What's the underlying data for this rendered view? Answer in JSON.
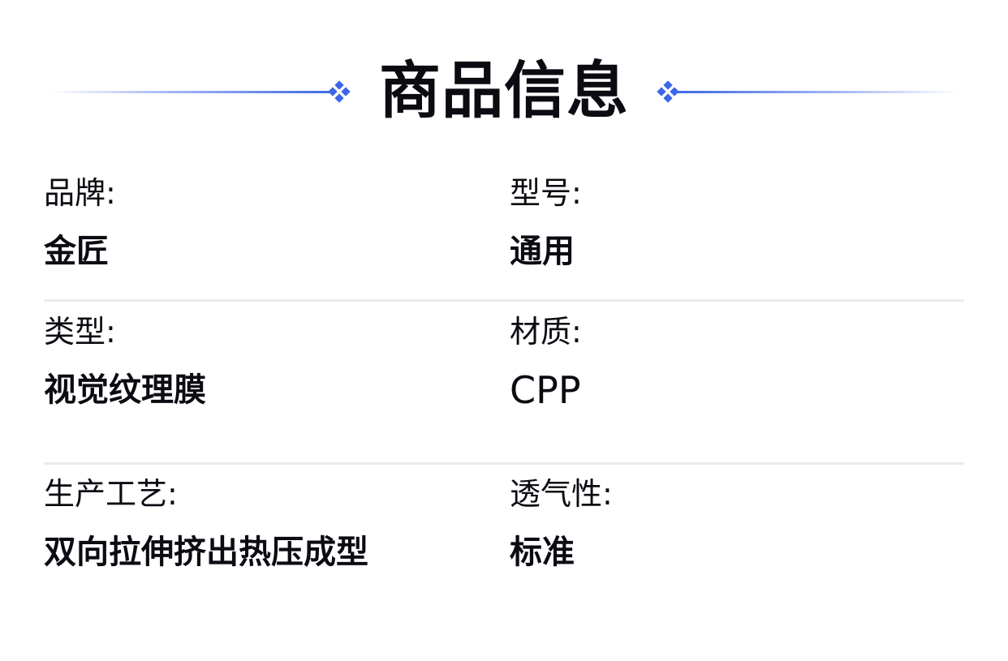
{
  "header": {
    "title": "商品信息"
  },
  "colors": {
    "accent": "#3d67e6",
    "divider": "#ebebee",
    "text": "#0b0b12"
  },
  "rows": [
    {
      "fields": [
        {
          "label": "品牌:",
          "value": "金匠"
        },
        {
          "label": "型号:",
          "value": "通用"
        }
      ]
    },
    {
      "fields": [
        {
          "label": "类型:",
          "value": "视觉纹理膜"
        },
        {
          "label": "材质:",
          "value": "CPP"
        }
      ]
    },
    {
      "fields": [
        {
          "label": "生产工艺:",
          "value": "双向拉伸挤出热压成型"
        },
        {
          "label": "透气性:",
          "value": "标准"
        }
      ]
    }
  ]
}
